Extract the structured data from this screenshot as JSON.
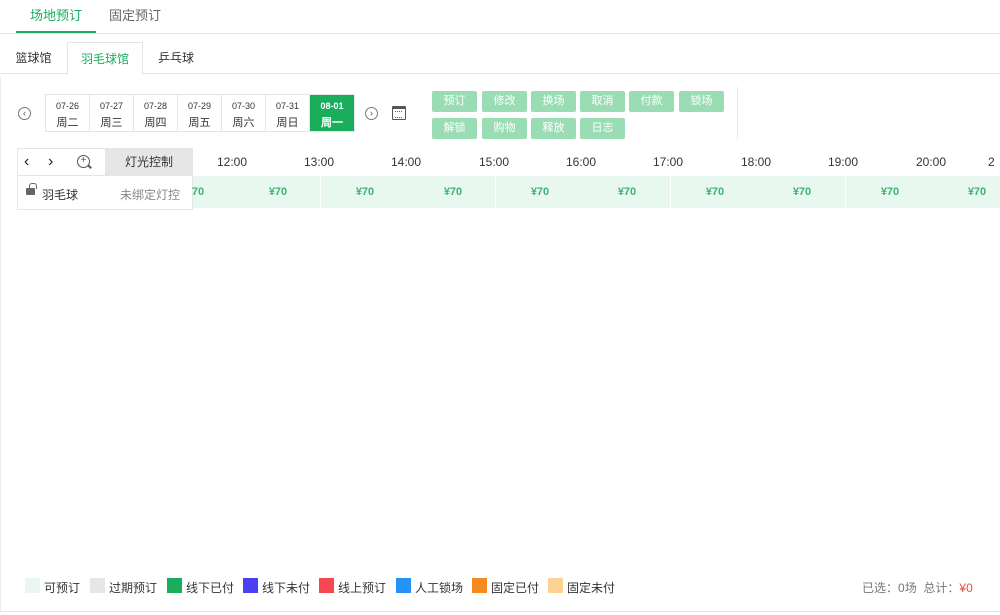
{
  "top_tabs": [
    {
      "label": "场地预订"
    },
    {
      "label": "固定预订"
    }
  ],
  "sub_tabs": [
    {
      "label": "篮球馆"
    },
    {
      "label": "羽毛球馆"
    },
    {
      "label": "乒乓球"
    }
  ],
  "dates": [
    {
      "date": "07-26",
      "weekday": "周二"
    },
    {
      "date": "07-27",
      "weekday": "周三"
    },
    {
      "date": "07-28",
      "weekday": "周四"
    },
    {
      "date": "07-29",
      "weekday": "周五"
    },
    {
      "date": "07-30",
      "weekday": "周六"
    },
    {
      "date": "07-31",
      "weekday": "周日"
    },
    {
      "date": "08-01",
      "weekday": "周一"
    }
  ],
  "actions": {
    "book": "预订",
    "modify": "修改",
    "change": "换场",
    "cancel": "取消",
    "pay": "付款",
    "close": "锁场",
    "unlock": "解锁",
    "goods": "购物",
    "release": "释放",
    "log": "日志"
  },
  "grid": {
    "light_control": "灯光控制",
    "times": [
      "12:00",
      "13:00",
      "14:00",
      "15:00",
      "16:00",
      "17:00",
      "18:00",
      "19:00",
      "20:00",
      "2"
    ],
    "court": {
      "name": "羽毛球",
      "status": "未绑定灯控"
    },
    "first_slot": "70",
    "slot_price": "¥70"
  },
  "legend": [
    {
      "label": "可预订",
      "color": "#e8f7ef"
    },
    {
      "label": "过期预订",
      "color": "#e6e6e6"
    },
    {
      "label": "线下已付",
      "color": "#1aad5b"
    },
    {
      "label": "线下未付",
      "color": "#4b3ff5"
    },
    {
      "label": "线上预订",
      "color": "#f5474e"
    },
    {
      "label": "人工锁场",
      "color": "#2393f5"
    },
    {
      "label": "固定已付",
      "color": "#f58a1f"
    },
    {
      "label": "固定未付",
      "color": "#fcd394"
    }
  ],
  "summary": {
    "selected_prefix": "已选：",
    "selected_count": "0场",
    "total_prefix": "总计：",
    "total_amount": "¥0"
  }
}
